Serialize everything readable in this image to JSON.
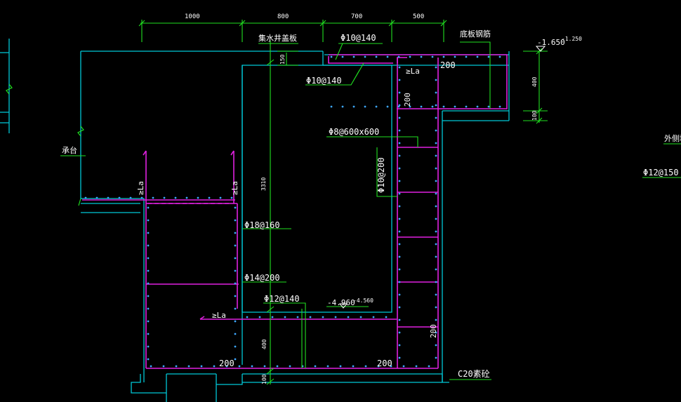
{
  "colors": {
    "background": "#000000",
    "outline": "#00c8d7",
    "rebar": "#e020e0",
    "dimension": "#20e020",
    "label": "#ffffff"
  },
  "dimensions": {
    "top": [
      "1000",
      "800",
      "700",
      "500"
    ],
    "slab_thickness": "150",
    "right_top": "400",
    "right_bottom": "100",
    "pit_depth": "3310",
    "base_thickness": "400",
    "bottom": "100"
  },
  "labels": {
    "cover_slab": "集水井盖板",
    "bottom_rebar": "底板钢筋",
    "pile_cap": "承台",
    "outer_wall": "外侧墙",
    "concrete": "C20素砼",
    "cover_200_top": "200",
    "cover_200_right_wall": "200",
    "cover_200_right_low": "200",
    "cover_200_bottom_left": "200",
    "cover_200_bottom_right": "200"
  },
  "rebar_callouts": {
    "slab_top": "Φ10@140",
    "slab_hook": "Φ10@140",
    "ties": "Φ8@600x600",
    "wall": "Φ10@200",
    "main_18": "Φ18@160",
    "main_14": "Φ14@200",
    "base_12": "Φ12@140",
    "outer_12": "Φ12@150"
  },
  "anchorage": {
    "label": "≥La"
  },
  "elevations": {
    "top": "-1.650",
    "top_small": "-1.250",
    "bottom": "-4.960",
    "bottom_small": "-4.560"
  }
}
